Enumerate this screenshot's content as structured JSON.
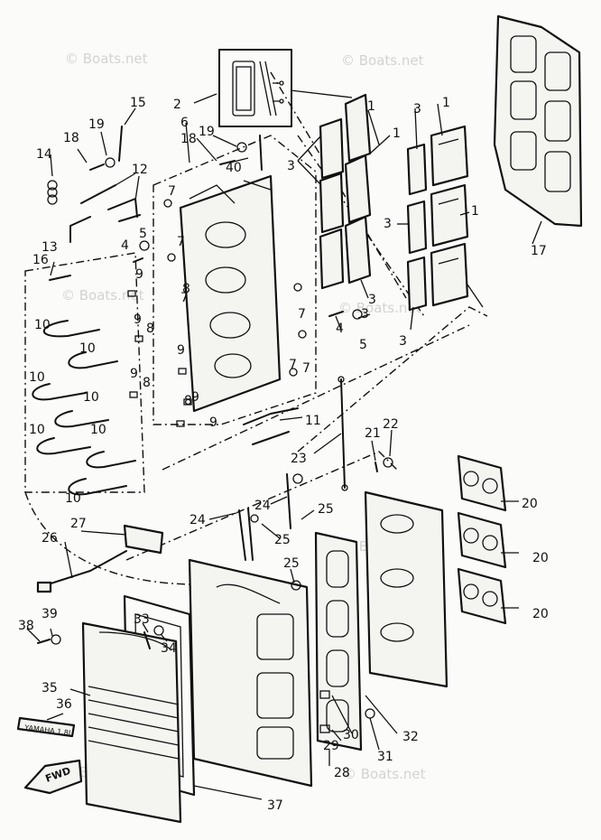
{
  "watermark": "© Boats.net",
  "badge_text": "YAMAHA 1.8L",
  "fwd_label": "FWD",
  "callouts": {
    "c1a": "1",
    "c1b": "1",
    "c1c": "1",
    "c1d": "1",
    "c2": "2",
    "c3a": "3",
    "c3b": "3",
    "c3c": "3",
    "c3d": "3",
    "c3e": "3",
    "c3f": "3",
    "c4a": "4",
    "c4b": "4",
    "c5a": "5",
    "c5b": "5",
    "c6": "6",
    "c7a": "7",
    "c7b": "7",
    "c7c": "7",
    "c7d": "7",
    "c7e": "7",
    "c7f": "7",
    "c8a": "8",
    "c8b": "8",
    "c8c": "8",
    "c8d": "8",
    "c9a": "9",
    "c9b": "9",
    "c9c": "9",
    "c9d": "9",
    "c9e": "9",
    "c9f": "9",
    "c10a": "10",
    "c10b": "10",
    "c10c": "10",
    "c10d": "10",
    "c10e": "10",
    "c10f": "10",
    "c10g": "10",
    "c11": "11",
    "c12": "12",
    "c13": "13",
    "c14": "14",
    "c15": "15",
    "c16": "16",
    "c17": "17",
    "c18a": "18",
    "c18b": "18",
    "c19a": "19",
    "c19b": "19",
    "c20a": "20",
    "c20b": "20",
    "c20c": "20",
    "c21": "21",
    "c22": "22",
    "c23": "23",
    "c24a": "24",
    "c24b": "24",
    "c25a": "25",
    "c25b": "25",
    "c25c": "25",
    "c26": "26",
    "c27": "27",
    "c28": "28",
    "c29": "29",
    "c30": "30",
    "c31": "31",
    "c32": "32",
    "c33": "33",
    "c34": "34",
    "c35": "35",
    "c36": "36",
    "c37": "37",
    "c38": "38",
    "c39": "39",
    "c40": "40"
  }
}
